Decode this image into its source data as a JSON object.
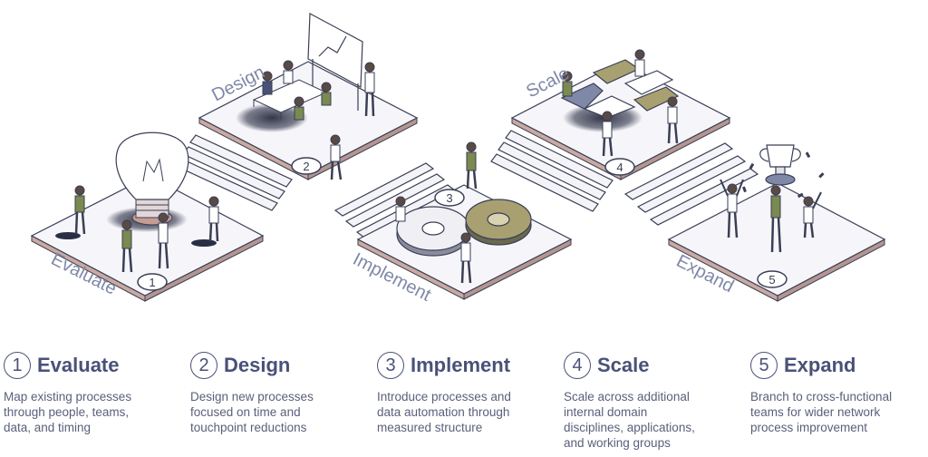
{
  "colors": {
    "accent": "#4a5178",
    "text_muted": "#5a5f7a",
    "platform_top": "#f6f6fa",
    "platform_edge": "#b49690",
    "outline": "#3a3f55",
    "figure_green": "#7a8a50",
    "puzzle_olive": "#a8a070"
  },
  "steps": [
    {
      "number": "1",
      "title": "Evaluate",
      "description": [
        "Map existing processes",
        "through people, teams,",
        "data, and timing"
      ]
    },
    {
      "number": "2",
      "title": "Design",
      "description": [
        "Design new processes",
        "focused on time and",
        "touchpoint reductions"
      ]
    },
    {
      "number": "3",
      "title": "Implement",
      "description": [
        "Introduce processes and",
        "data automation through",
        "measured structure"
      ]
    },
    {
      "number": "4",
      "title": "Scale",
      "description": [
        "Scale across additional",
        "internal domain",
        "disciplines, applications,",
        "and working groups"
      ]
    },
    {
      "number": "5",
      "title": "Expand",
      "description": [
        "Branch to cross-functional",
        "teams for wider network",
        "process improvement"
      ]
    }
  ],
  "platforms": [
    {
      "number": "1",
      "label": "Evaluate",
      "icon": "lightbulb-icon"
    },
    {
      "number": "2",
      "label": "Design",
      "icon": "whiteboard-icon"
    },
    {
      "number": "3",
      "label": "Implement",
      "icon": "gears-icon"
    },
    {
      "number": "4",
      "label": "Scale",
      "icon": "puzzle-icon"
    },
    {
      "number": "5",
      "label": "Expand",
      "icon": "trophy-icon"
    }
  ]
}
